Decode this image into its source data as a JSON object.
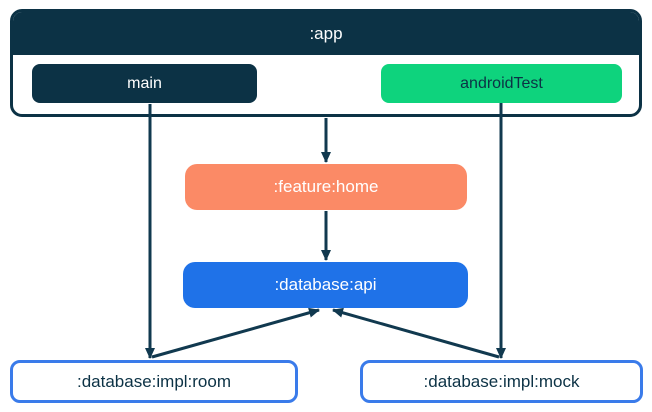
{
  "app": {
    "label": ":app",
    "source_sets": [
      {
        "id": "main",
        "label": "main"
      },
      {
        "id": "androidTest",
        "label": "androidTest"
      }
    ]
  },
  "modules": {
    "feature_home": {
      "label": ":feature:home"
    },
    "database_api": {
      "label": ":database:api"
    },
    "database_impl_room": {
      "label": ":database:impl:room"
    },
    "database_impl_mock": {
      "label": ":database:impl:mock"
    }
  },
  "edges": [
    {
      "from": "main",
      "to": ":database:impl:room"
    },
    {
      "from": "androidTest",
      "to": ":database:impl:mock"
    },
    {
      "from": ":app",
      "to": ":feature:home"
    },
    {
      "from": ":feature:home",
      "to": ":database:api"
    },
    {
      "from": ":database:impl:room",
      "to": ":database:api"
    },
    {
      "from": ":database:impl:mock",
      "to": ":database:api"
    }
  ],
  "colors": {
    "navy": "#0c3245",
    "green": "#0ed37d",
    "coral": "#fb8a66",
    "blue": "#1f72e8",
    "edge": "#11394f",
    "impl_border": "#3a7bea",
    "background": "#ffffff"
  }
}
